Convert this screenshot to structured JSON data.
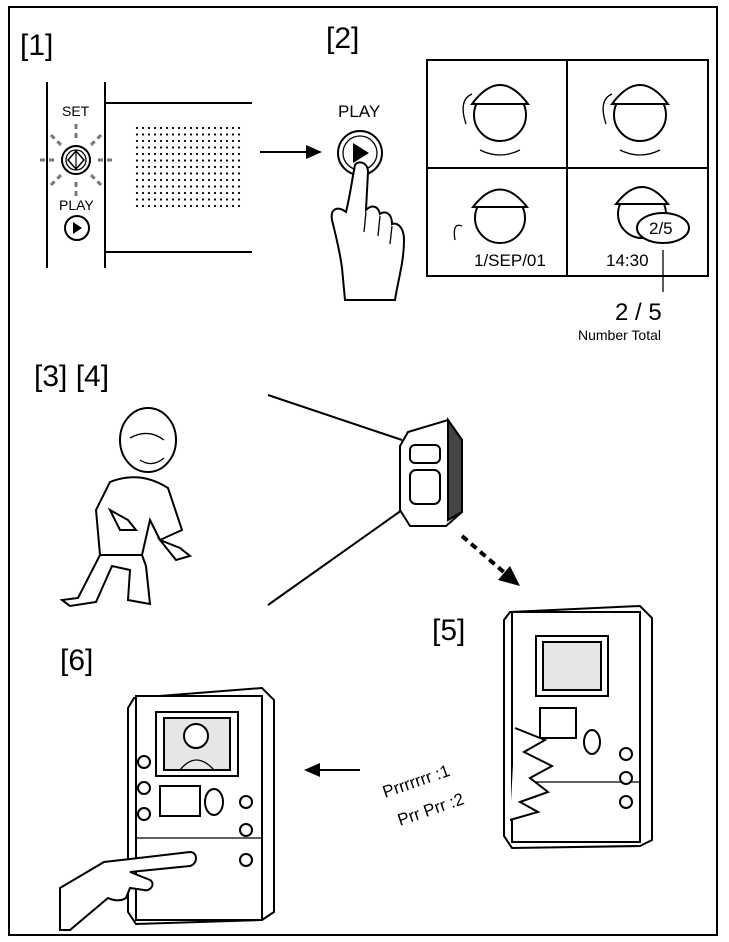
{
  "steps": {
    "s1": "[1]",
    "s2": "[2]",
    "s34": "[3] [4]",
    "s5": "[5]",
    "s6": "[6]"
  },
  "buttons": {
    "set_label": "SET",
    "play_label": "PLAY",
    "play_label_big": "PLAY"
  },
  "monitor_screen": {
    "date": "1/SEP/01",
    "time": "14:30",
    "counter": "2/5"
  },
  "counter_callout": {
    "value": "2 / 5",
    "caption": "Number  Total"
  },
  "chime": {
    "line1": "Prrrrrrr :1",
    "line2": "Prr  Prr :2"
  }
}
